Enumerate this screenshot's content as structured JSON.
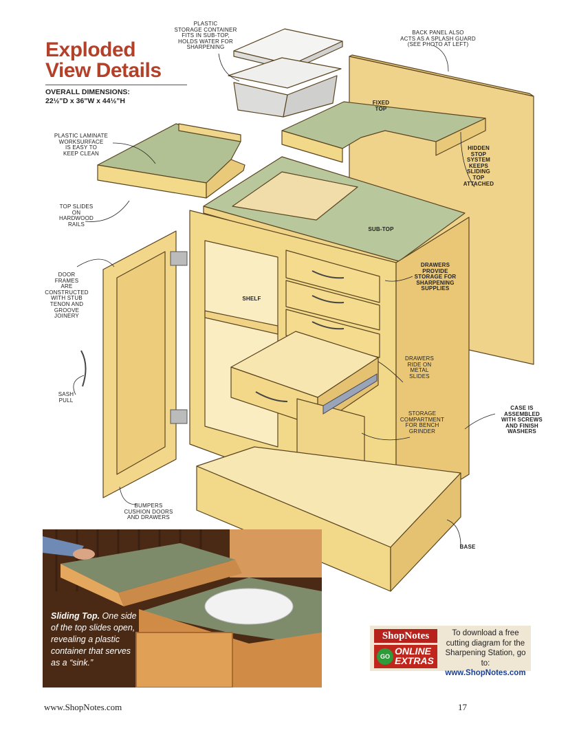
{
  "title_line1": "Exploded",
  "title_line2": "View Details",
  "dimensions_heading": "OVERALL DIMENSIONS:",
  "dimensions_value": "22½\"D x 36\"W x 44½\"H",
  "callouts": {
    "storage_container": "PLASTIC\nSTORAGE CONTAINER\nFITS IN SUB-TOP,\nHOLDS WATER FOR\nSHARPENING",
    "back_panel": "BACK PANEL ALSO\nACTS AS A SPLASH GUARD\n(SEE PHOTO AT LEFT)",
    "fixed_top": "FIXED\nTOP",
    "laminate": "PLASTIC LAMINATE\nWORKSURFACE\nIS EASY TO\nKEEP CLEAN",
    "hidden_stop": "HIDDEN\nSTOP\nSYSTEM\nKEEPS\nSLIDING\nTOP\nATTACHED",
    "top_slides": "TOP SLIDES\nON\nHARDWOOD\nRAILS",
    "sub_top": "SUB-TOP",
    "drawers_storage": "DRAWERS\nPROVIDE\nSTORAGE FOR\nSHARPENING\nSUPPLIES",
    "door_frames": "DOOR\nFRAMES\nARE\nCONSTRUCTED\nWITH STUB\nTENON AND\nGROOVE\nJOINERY",
    "shelf": "SHELF",
    "drawers_slides": "DRAWERS\nRIDE ON\nMETAL\nSLIDES",
    "sash_pull": "SASH\nPULL",
    "storage_compartment": "STORAGE\nCOMPARTMENT\nFOR BENCH\nGRINDER",
    "case_assembled": "CASE IS\nASSEMBLED\nWITH SCREWS\nAND FINISH\nWASHERS",
    "bumpers": "BUMPERS\nCUSHION DOORS\nAND DRAWERS",
    "base": "BASE"
  },
  "photo_caption": {
    "lead": "Sliding Top.",
    "body": " One side of the top slides open, revealing a plastic container that serves as a “sink.”"
  },
  "online_extras": {
    "logo": "ShopNotes",
    "go": "GO",
    "online": "ONLINE",
    "extras": "EXTRAS",
    "text": "To download a free cutting diagram for the Sharpening Station, go to:",
    "url": "www.ShopNotes.com"
  },
  "footer": {
    "website": "www.ShopNotes.com",
    "page_number": "17"
  },
  "colors": {
    "title_red": "#b3412a",
    "wood": "#f2d98a",
    "laminate_green": "#a9b98f"
  }
}
